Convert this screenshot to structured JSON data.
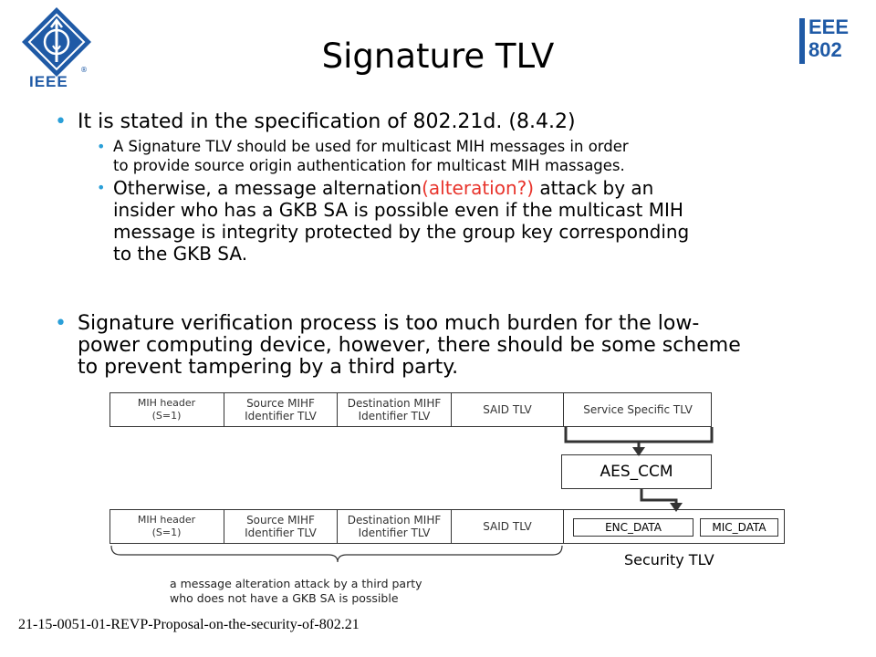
{
  "logo_left": {
    "text": "IEEE",
    "mark": "®"
  },
  "logo_right": {
    "line1": "EEE",
    "line2": "802"
  },
  "title": "Signature TLV",
  "bullets": {
    "b1": "It is stated in the specification of 802.21d. (8.4.2)",
    "b1_sub1": [
      "A Signature TLV should be used for multicast MIH messages in order",
      "to provide source origin authentication for multicast MIH massages."
    ],
    "b1_sub2_l1_before": "Otherwise, a message alternation",
    "b1_sub2_l1_red": "(alteration?)",
    "b1_sub2_l1_after": " attack by an",
    "b1_sub2_rest": [
      "insider who has a GKB SA is possible even if the multicast MIH",
      "message is integrity protected by the group key corresponding",
      "to the GKB SA."
    ],
    "b2": [
      "Signature verification process is too much burden for the low-",
      "power computing device, however, there should be some scheme",
      "to prevent tampering by a third party."
    ]
  },
  "diagram": {
    "top_row": [
      {
        "l1": "MIH header",
        "l2": "(S=1)"
      },
      {
        "l1": "Source MIHF",
        "l2": "Identifier TLV"
      },
      {
        "l1": "Destination MIHF",
        "l2": "Identifier TLV"
      },
      {
        "l1": "SAID TLV",
        "l2": ""
      },
      {
        "l1": "Service Specific TLV",
        "l2": ""
      }
    ],
    "aes": "AES_CCM",
    "bottom_row": [
      {
        "l1": "MIH header",
        "l2": "(S=1)"
      },
      {
        "l1": "Source MIHF",
        "l2": "Identifier TLV"
      },
      {
        "l1": "Destination MIHF",
        "l2": "Identifier TLV"
      },
      {
        "l1": "SAID TLV",
        "l2": ""
      }
    ],
    "enc": "ENC_DATA",
    "mic": "MIC_DATA",
    "security_label": "Security TLV",
    "note": [
      "a message alteration attack by a third party",
      "who does not have a GKB SA is possible"
    ]
  },
  "footer": "21-15-0051-01-REVP-Proposal-on-the-security-of-802.21",
  "colors": {
    "accent": "#2a9fd8",
    "logo": "#1f5aa6",
    "red": "#e8342c"
  }
}
